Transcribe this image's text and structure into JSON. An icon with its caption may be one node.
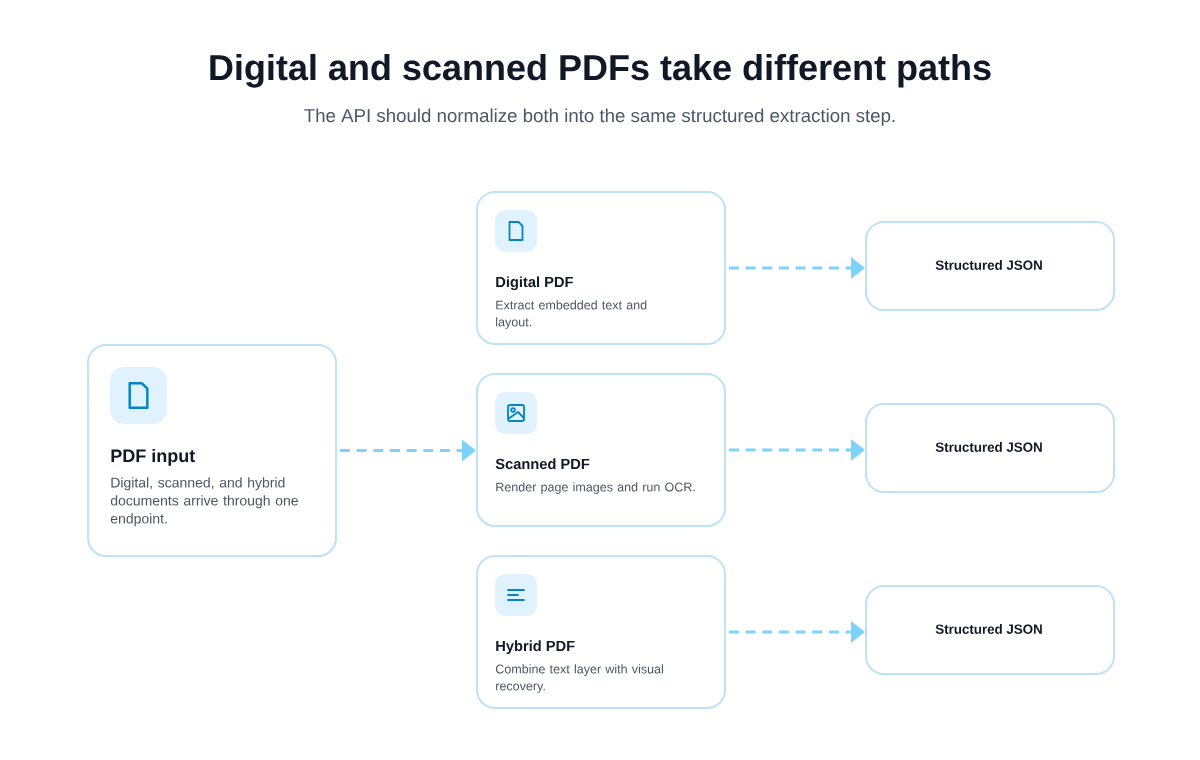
{
  "diagram": {
    "title": "Digital and scanned PDFs take different paths",
    "caption": "The API should normalize both into the same structured extraction step.",
    "nodes": [
      {
        "text": [
          "PDF input",
          "Digital, scanned, and hybrid documents arrive through one endpoint."
        ]
      },
      {
        "text": [
          "Digital PDF",
          "Extract embedded text and layout."
        ]
      },
      {
        "text": [
          "Scanned PDF",
          "Render page images and run OCR."
        ]
      },
      {
        "text": [
          "Hybrid PDF",
          "Combine text layer with visual recovery."
        ]
      },
      {
        "text": [
          "Structured JSON"
        ]
      },
      {
        "text": [
          "Structured JSON"
        ]
      },
      {
        "text": [
          "Structured JSON"
        ]
      }
    ],
    "edges": [
      {
        "from": 0,
        "to": 2,
        "arrow": "to"
      },
      {
        "from": 1,
        "to": 4,
        "arrow": "to"
      },
      {
        "from": 2,
        "to": 5,
        "arrow": "to"
      },
      {
        "from": 3,
        "to": 6,
        "arrow": "to"
      }
    ]
  }
}
